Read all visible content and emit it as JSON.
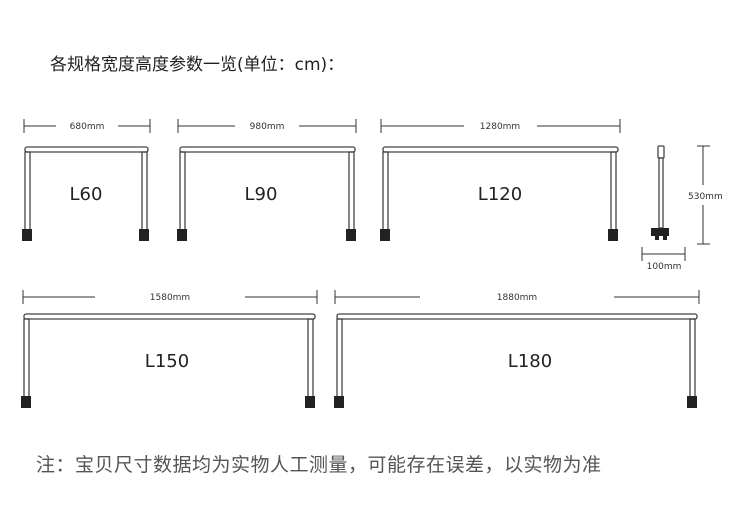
{
  "header": {
    "title": "各规格宽度高度参数一览(单位：cm)："
  },
  "footer": {
    "note": "注：宝贝尺寸数据均为实物人工测量，可能存在误差，以实物为准"
  },
  "models": [
    {
      "label": "L60",
      "width_label": "680mm"
    },
    {
      "label": "L90",
      "width_label": "980mm"
    },
    {
      "label": "L120",
      "width_label": "1280mm"
    },
    {
      "label": "L150",
      "width_label": "1580mm"
    },
    {
      "label": "L180",
      "width_label": "1880mm"
    }
  ],
  "side_view": {
    "height_label": "530mm",
    "depth_label": "100mm"
  },
  "colors": {
    "line": "#333333",
    "frame": "#444444",
    "clamp": "#222222",
    "text": "#222222",
    "note": "#555555"
  }
}
